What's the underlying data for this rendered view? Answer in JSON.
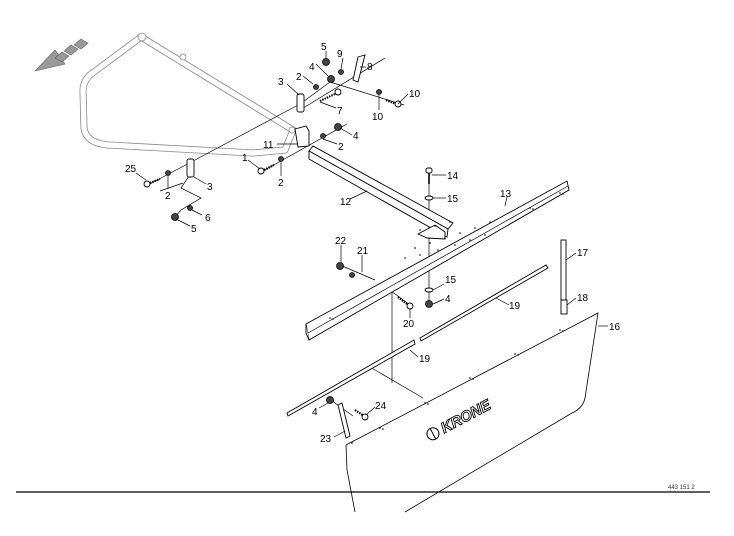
{
  "diagram": {
    "title": "Exploded parts view - side guard / deflector plate assembly",
    "brand_logo_text": "KRONE",
    "document_number": "443 151 2",
    "direction_arrow": "travel-direction-arrow",
    "colors": {
      "line": "#000000",
      "frame_tube": "#888888",
      "arrow_fill": "#999999",
      "background": "#ffffff"
    },
    "callouts": [
      {
        "id": "c1",
        "label": "1",
        "part": "bolt"
      },
      {
        "id": "c2a",
        "label": "2",
        "part": "washer"
      },
      {
        "id": "c2b",
        "label": "2",
        "part": "washer"
      },
      {
        "id": "c2c",
        "label": "2",
        "part": "washer"
      },
      {
        "id": "c2d",
        "label": "2",
        "part": "washer"
      },
      {
        "id": "c3a",
        "label": "3",
        "part": "bracket"
      },
      {
        "id": "c3b",
        "label": "3",
        "part": "bracket"
      },
      {
        "id": "c4a",
        "label": "4",
        "part": "nut"
      },
      {
        "id": "c4b",
        "label": "4",
        "part": "nut"
      },
      {
        "id": "c4c",
        "label": "4",
        "part": "nut"
      },
      {
        "id": "c4d",
        "label": "4",
        "part": "nut"
      },
      {
        "id": "c5a",
        "label": "5",
        "part": "nut"
      },
      {
        "id": "c5b",
        "label": "5",
        "part": "nut"
      },
      {
        "id": "c6",
        "label": "6",
        "part": "washer"
      },
      {
        "id": "c7",
        "label": "7",
        "part": "threaded rod"
      },
      {
        "id": "c8",
        "label": "8",
        "part": "bracket arm"
      },
      {
        "id": "c9",
        "label": "9",
        "part": "bolt"
      },
      {
        "id": "c10a",
        "label": "10",
        "part": "washer"
      },
      {
        "id": "c10b",
        "label": "10",
        "part": "washer"
      },
      {
        "id": "c11",
        "label": "11",
        "part": "spacer block"
      },
      {
        "id": "c12",
        "label": "12",
        "part": "support arm"
      },
      {
        "id": "c13",
        "label": "13",
        "part": "carrier rail"
      },
      {
        "id": "c14",
        "label": "14",
        "part": "bolt"
      },
      {
        "id": "c15a",
        "label": "15",
        "part": "washer"
      },
      {
        "id": "c15b",
        "label": "15",
        "part": "washer"
      },
      {
        "id": "c16",
        "label": "16",
        "part": "guard plate"
      },
      {
        "id": "c17",
        "label": "17",
        "part": "strip"
      },
      {
        "id": "c18",
        "label": "18",
        "part": "clip"
      },
      {
        "id": "c19a",
        "label": "19",
        "part": "clamping strip"
      },
      {
        "id": "c19b",
        "label": "19",
        "part": "clamping strip"
      },
      {
        "id": "c20",
        "label": "20",
        "part": "bolt"
      },
      {
        "id": "c21",
        "label": "21",
        "part": "washer"
      },
      {
        "id": "c22",
        "label": "22",
        "part": "nut"
      },
      {
        "id": "c23",
        "label": "23",
        "part": "sleeve"
      },
      {
        "id": "c24",
        "label": "24",
        "part": "bolt"
      },
      {
        "id": "c25",
        "label": "25",
        "part": "bolt"
      }
    ]
  }
}
